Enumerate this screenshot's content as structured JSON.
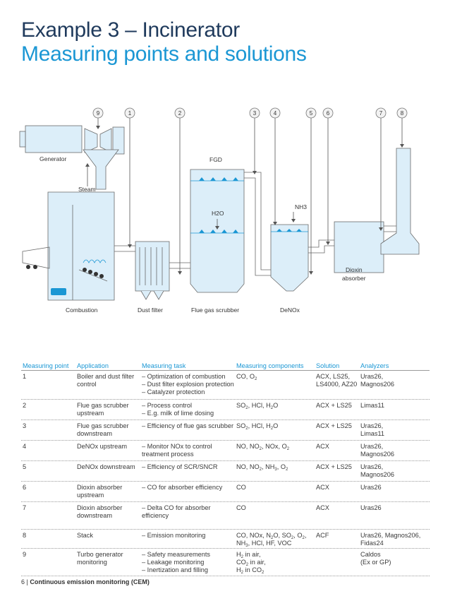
{
  "title_line1": "Example 3 – Incinerator",
  "title_line2": "Measuring points and solutions",
  "diagram": {
    "markers": [
      "9",
      "1",
      "2",
      "3",
      "4",
      "5",
      "6",
      "7",
      "8"
    ],
    "labels": {
      "generator": "Generator",
      "steam": "Steam",
      "fgd": "FGD",
      "h2o": "H2O",
      "nh3": "NH3",
      "dioxin_line1": "Dioxin",
      "dioxin_line2": "absorber",
      "combustion": "Combustion",
      "dust_filter": "Dust filter",
      "flue_gas_scrubber": "Flue gas scrubber",
      "denox": "DeNOx"
    }
  },
  "table": {
    "headers": [
      "Measuring point",
      "Application",
      "Measuring task",
      "Measuring components",
      "Solution",
      "Analyzers"
    ],
    "rows": [
      {
        "point": "1",
        "application": [
          "Boiler and dust filter",
          "control"
        ],
        "task": [
          "– Optimization of combustion",
          "– Dust filter explosion protection",
          "– Catalyzer protection"
        ],
        "components": [
          "CO, O2"
        ],
        "solution": [
          "ACX, LS25,",
          "LS4000, AZ20"
        ],
        "analyzers": [
          "Uras26,",
          "Magnos206"
        ]
      },
      {
        "point": "2",
        "application": [
          "Flue gas scrubber",
          "upstream"
        ],
        "task": [
          "– Process control",
          "– E.g. milk of lime dosing"
        ],
        "components": [
          "SO2, HCl, H2O"
        ],
        "solution": [
          "ACX + LS25"
        ],
        "analyzers": [
          "Limas11"
        ]
      },
      {
        "point": "3",
        "application": [
          "Flue gas scrubber",
          "downstream"
        ],
        "task": [
          "– Efficiency of flue gas scrubber"
        ],
        "components": [
          "SO2, HCl, H2O"
        ],
        "solution": [
          "ACX + LS25"
        ],
        "analyzers": [
          "Uras26,",
          "Limas11"
        ]
      },
      {
        "point": "4",
        "application": [
          "DeNOx upstream"
        ],
        "task": [
          "– Monitor NOx to control",
          "   treatment process"
        ],
        "components": [
          "NO, NO2, NOx, O2"
        ],
        "solution": [
          "ACX"
        ],
        "analyzers": [
          "Uras26,",
          "Magnos206"
        ]
      },
      {
        "point": "5",
        "application": [
          "DeNOx downstream"
        ],
        "task": [
          "– Efficiency of SCR/SNCR"
        ],
        "components": [
          "NO, NO2, NH3, O2"
        ],
        "solution": [
          "ACX + LS25"
        ],
        "analyzers": [
          "Uras26,",
          "Magnos206"
        ]
      },
      {
        "point": "6",
        "application": [
          "Dioxin absorber",
          "upstream"
        ],
        "task": [
          "– CO for absorber efficiency"
        ],
        "components": [
          "CO"
        ],
        "solution": [
          "ACX"
        ],
        "analyzers": [
          "Uras26"
        ]
      },
      {
        "point": "7",
        "application": [
          "Dioxin absorber",
          "downstream"
        ],
        "task": [
          "– Delta CO for absorber",
          "   efficiency"
        ],
        "components": [
          "CO"
        ],
        "solution": [
          "ACX"
        ],
        "analyzers": [
          "Uras26"
        ]
      },
      {
        "point": "8",
        "application": [
          "Stack"
        ],
        "task": [
          "– Emission monitoring"
        ],
        "components": [
          "CO, NOx, N2O, SO2, O2,",
          "NH3, HCl, HF, VOC"
        ],
        "solution": [
          "ACF"
        ],
        "analyzers": [
          "Uras26, Magnos206,",
          "Fidas24"
        ]
      },
      {
        "point": "9",
        "application": [
          "Turbo generator",
          "monitoring"
        ],
        "task": [
          "– Safety measurements",
          "– Leakage monitoring",
          "– Inertization and filling"
        ],
        "components": [
          "H2 in air,",
          "CO2 in air,",
          "H2 in CO2"
        ],
        "solution": [],
        "analyzers": [
          "Caldos",
          "(Ex or GP)"
        ]
      }
    ]
  },
  "footer": {
    "page": "6",
    "separator": "|",
    "text": "Continuous emission monitoring (CEM)"
  },
  "colors": {
    "dark_blue": "#1f3a5c",
    "accent_blue": "#1b97d4",
    "equipment_fill": "#dceef9",
    "line": "#6a6a6a",
    "marker_fill": "#f2f2f2"
  }
}
